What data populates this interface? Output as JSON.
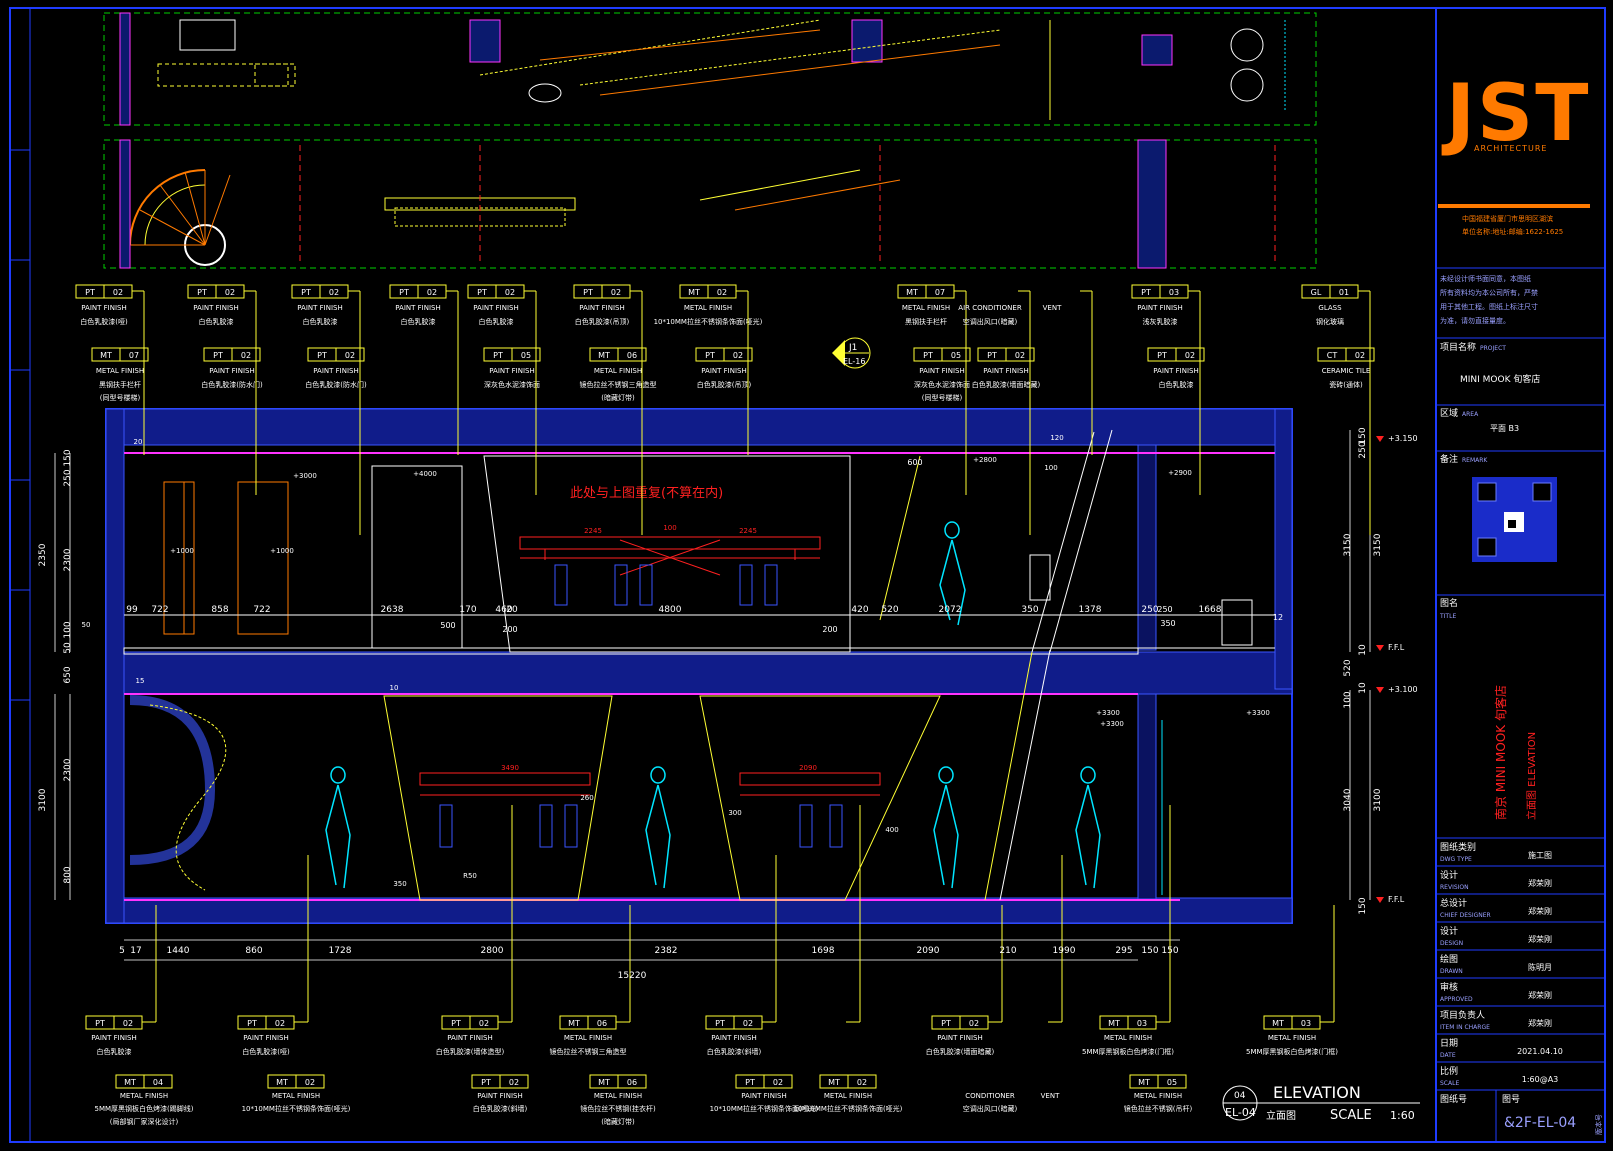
{
  "colors": {
    "background": "#000000",
    "frame": "#1f3cff",
    "brand": "#ff7a00",
    "leader": "#ffff33",
    "wall": "#1d2fd8",
    "magenta": "#ff33ff",
    "red": "#ff2020",
    "cyan": "#00e5ff",
    "green": "#00d000",
    "white": "#ffffff"
  },
  "brand": {
    "logo": "JST",
    "sub": "ARCHITECTURE",
    "address_line1": "中国福建省厦门市思明区湖滨",
    "address_line2": "单位名称:地址:邮编:1622-1625"
  },
  "title_block": {
    "notes": [
      "未经设计师书面同意，本图纸",
      "所有资料均为本公司所有，严禁",
      "用于其他工程。图纸上标注尺寸",
      "为准，请勿直接量度。"
    ],
    "project_label": "项目名称",
    "project_sub": "PROJECT",
    "project_value": "MINI MOOK 旬客店",
    "area_label": "区域",
    "area_sub": "AREA",
    "area_value": "平面 B3",
    "qr_label": "备注",
    "qr_sub": "REMARK",
    "title_label": "图名",
    "title_sub": "TITLE",
    "title_value_cn": "南京 MINI MOOK 旬客店",
    "title_value_en": "立面图 ELEVATION",
    "rows": [
      {
        "k": "图纸类别",
        "s": "DWG TYPE",
        "v": "施工图"
      },
      {
        "k": "设计",
        "s": "REVISION",
        "v": "郑荣刚"
      },
      {
        "k": "总设计",
        "s": "CHIEF DESIGNER",
        "v": "郑荣刚"
      },
      {
        "k": "设计",
        "s": "DESIGN",
        "v": "郑荣刚"
      },
      {
        "k": "绘图",
        "s": "DRAWN",
        "v": "陈明月"
      },
      {
        "k": "审核",
        "s": "APPROVED",
        "v": "郑荣刚"
      },
      {
        "k": "项目负责人",
        "s": "ITEM IN CHARGE",
        "v": "郑荣刚"
      },
      {
        "k": "日期",
        "s": "DATE",
        "v": "2021.04.10"
      },
      {
        "k": "比例",
        "s": "SCALE",
        "v": "1:60@A3"
      }
    ],
    "sheet_label": "图纸号",
    "sheet_sub": "图号",
    "sheet_no": "&2F-EL-04",
    "edge_text": "版本号"
  },
  "elevation_caption": {
    "num": "04",
    "ref": "EL-04",
    "title": "ELEVATION",
    "title_cn": "立面图",
    "scale_label": "SCALE",
    "scale_value": "1:60"
  },
  "section_marker": {
    "top": "J1",
    "bottom": "EL-16"
  },
  "top_tags": [
    {
      "code": "PT",
      "num": "02",
      "finish": "PAINT FINISH",
      "note": "白色乳胶漆(哑)",
      "code2": "MT",
      "num2": "07",
      "finish2": "METAL FINISH",
      "note2": "黑钢扶手栏杆",
      "note2b": "(同型号楼梯)"
    },
    {
      "code": "PT",
      "num": "02",
      "finish": "PAINT FINISH",
      "note": "白色乳胶漆",
      "code2": "PT",
      "num2": "02",
      "finish2": "PAINT FINISH",
      "note2": "白色乳胶漆(防水门)",
      "note2b": ""
    },
    {
      "code": "PT",
      "num": "02",
      "finish": "PAINT FINISH",
      "note": "白色乳胶漆",
      "code2": "PT",
      "num2": "02",
      "finish2": "PAINT FINISH",
      "note2": "白色乳胶漆(防水门)",
      "note2b": ""
    },
    {
      "code": "PT",
      "num": "02",
      "finish": "PAINT FINISH",
      "note": "白色乳胶漆",
      "code2": "",
      "num2": "",
      "finish2": "",
      "note2": "",
      "note2b": ""
    },
    {
      "code": "PT",
      "num": "02",
      "finish": "PAINT FINISH",
      "note": "白色乳胶漆",
      "code2": "PT",
      "num2": "05",
      "finish2": "PAINT FINISH",
      "note2": "深灰色水泥漆饰面",
      "note2b": ""
    },
    {
      "code": "PT",
      "num": "02",
      "finish": "PAINT FINISH",
      "note": "白色乳胶漆(吊顶)",
      "code2": "MT",
      "num2": "06",
      "finish2": "METAL FINISH",
      "note2": "镜色拉丝不锈钢三角造型",
      "note2b": "(暗藏灯带)"
    },
    {
      "code": "MT",
      "num": "02",
      "finish": "METAL FINISH",
      "note": "10*10MM拉丝不锈钢条饰面(哑光)",
      "code2": "PT",
      "num2": "02",
      "finish2": "PAINT FINISH",
      "note2": "白色乳胶漆(吊顶)",
      "note2b": ""
    },
    {
      "code": "MT",
      "num": "07",
      "finish": "METAL FINISH",
      "note": "黑钢扶手栏杆",
      "code2": "PT",
      "num2": "05",
      "finish2": "PAINT FINISH",
      "note2": "深灰色水泥漆饰面",
      "note2b": "(同型号楼梯)"
    },
    {
      "code": "",
      "num": "",
      "finish": "AIR CONDITIONER",
      "note": "空调出风口(暗藏)",
      "code2": "PT",
      "num2": "02",
      "finish2": "PAINT FINISH",
      "note2": "白色乳胶漆(墙面暗藏)",
      "note2b": ""
    },
    {
      "code": "",
      "num": "",
      "finish": "VENT",
      "note": "",
      "code2": "",
      "num2": "",
      "finish2": "",
      "note2": "",
      "note2b": ""
    },
    {
      "code": "PT",
      "num": "03",
      "finish": "PAINT FINISH",
      "note": "浅灰乳胶漆",
      "code2": "PT",
      "num2": "02",
      "finish2": "PAINT FINISH",
      "note2": "白色乳胶漆",
      "note2b": ""
    },
    {
      "code": "GL",
      "num": "01",
      "finish": "GLASS",
      "note": "钢化玻璃",
      "code2": "CT",
      "num2": "02",
      "finish2": "CERAMIC TILE",
      "note2": "瓷砖(通体)",
      "note2b": ""
    }
  ],
  "bottom_tags": [
    {
      "code": "PT",
      "num": "02",
      "finish": "PAINT FINISH",
      "note": "白色乳胶漆",
      "code2": "MT",
      "num2": "04",
      "finish2": "METAL FINISH",
      "note2": "5MM厚黑钢板白色烤漆(踢脚线)",
      "note2b": "(局部钢厂家深化设计)"
    },
    {
      "code": "PT",
      "num": "02",
      "finish": "PAINT FINISH",
      "note": "白色乳胶漆(哑)",
      "code2": "MT",
      "num2": "02",
      "finish2": "METAL FINISH",
      "note2": "10*10MM拉丝不锈钢条饰面(哑光)",
      "note2b": ""
    },
    {
      "code": "PT",
      "num": "02",
      "finish": "PAINT FINISH",
      "note": "白色乳胶漆(墙体造型)",
      "code2": "PT",
      "num2": "02",
      "finish2": "PAINT FINISH",
      "note2": "白色乳胶漆(斜墙)",
      "note2b": ""
    },
    {
      "code": "MT",
      "num": "06",
      "finish": "METAL FINISH",
      "note": "镜色拉丝不锈钢三角造型",
      "code2": "MT",
      "num2": "06",
      "finish2": "METAL FINISH",
      "note2": "镜色拉丝不锈钢(挂衣杆)",
      "note2b": "(暗藏灯带)"
    },
    {
      "code": "PT",
      "num": "02",
      "finish": "PAINT FINISH",
      "note": "白色乳胶漆(斜墙)",
      "code2": "PT",
      "num2": "02",
      "finish2": "PAINT FINISH",
      "note2": "10*10MM拉丝不锈钢条饰面(哑光)",
      "note2b": ""
    },
    {
      "code": "",
      "num": "",
      "finish": "",
      "note": "",
      "code2": "MT",
      "num2": "02",
      "finish2": "METAL FINISH",
      "note2": "10*10MM拉丝不锈钢条饰面(哑光)",
      "note2b": ""
    },
    {
      "code": "PT",
      "num": "02",
      "finish": "PAINT FINISH",
      "note": "白色乳胶漆(墙面暗藏)",
      "code2": "",
      "num2": "",
      "finish2": "CONDITIONER",
      "note2": "空调出风口(暗藏)",
      "note2b": ""
    },
    {
      "code": "",
      "num": "",
      "finish": "",
      "note": "",
      "code2": "",
      "num2": "",
      "finish2": "VENT",
      "note2": "",
      "note2b": ""
    },
    {
      "code": "MT",
      "num": "03",
      "finish": "METAL FINISH",
      "note": "5MM厚黑钢板白色烤漆(门框)",
      "code2": "MT",
      "num2": "05",
      "finish2": "METAL FINISH",
      "note2": "镜色拉丝不锈钢(吊杆)",
      "note2b": ""
    },
    {
      "code": "MT",
      "num": "03",
      "finish": "METAL FINISH",
      "note": "5MM厚黑钢板白色烤漆(门框)",
      "code2": "",
      "num2": "",
      "finish2": "",
      "note2": "",
      "note2b": ""
    }
  ],
  "annotation": {
    "overlap_note": "此处与上图重复(不算在内)"
  },
  "dims": {
    "upper_h": [
      "99",
      "722",
      "858",
      "722",
      "2638",
      "170",
      "460",
      "20",
      "4800",
      "420",
      "520",
      "2072",
      "350",
      "1378",
      "250",
      "1668"
    ],
    "upper_extra": [
      "500",
      "200",
      "200",
      "12",
      "600",
      "350",
      "250"
    ],
    "lower_h": [
      "5",
      "17",
      "1440",
      "860",
      "1728",
      "2800",
      "2382",
      "1698",
      "2090",
      "210",
      "1990",
      "295",
      "150",
      "150"
    ],
    "total": "15220",
    "left_v": [
      "150",
      "250",
      "2300",
      "100",
      "50",
      "650",
      "2300",
      "800",
      "3100",
      "2350"
    ],
    "right_v": [
      "150",
      "250",
      "3150",
      "3150",
      "10",
      "520",
      "10",
      "100",
      "3040",
      "3100",
      "150"
    ],
    "rod_labels": [
      "2245",
      "100",
      "2245",
      "3490",
      "2090"
    ],
    "levels": [
      "+3.150",
      "F.F.L",
      "+3.100",
      "F.F.L"
    ],
    "small": [
      "+4000",
      "+3000",
      "+2800",
      "+3300",
      "+3300",
      "+3300",
      "+2900",
      "+1000",
      "+1000",
      "120",
      "100",
      "400",
      "300",
      "260",
      "350",
      "R50",
      "20",
      "10",
      "15",
      "50"
    ]
  }
}
